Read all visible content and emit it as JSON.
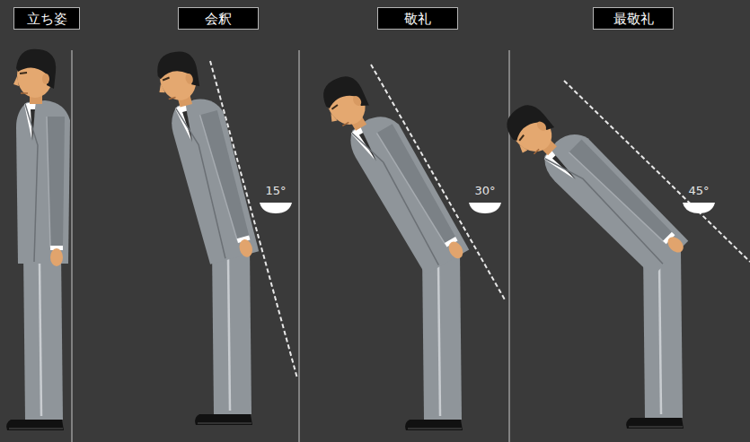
{
  "diagram": {
    "nodes": [
      {
        "text": [
          "立ち姿"
        ]
      },
      {
        "text": [
          "会釈"
        ]
      },
      {
        "text": [
          "敬礼"
        ]
      },
      {
        "text": [
          "最敬礼"
        ]
      }
    ],
    "labels": [
      "15°",
      "30°",
      "45°"
    ]
  }
}
